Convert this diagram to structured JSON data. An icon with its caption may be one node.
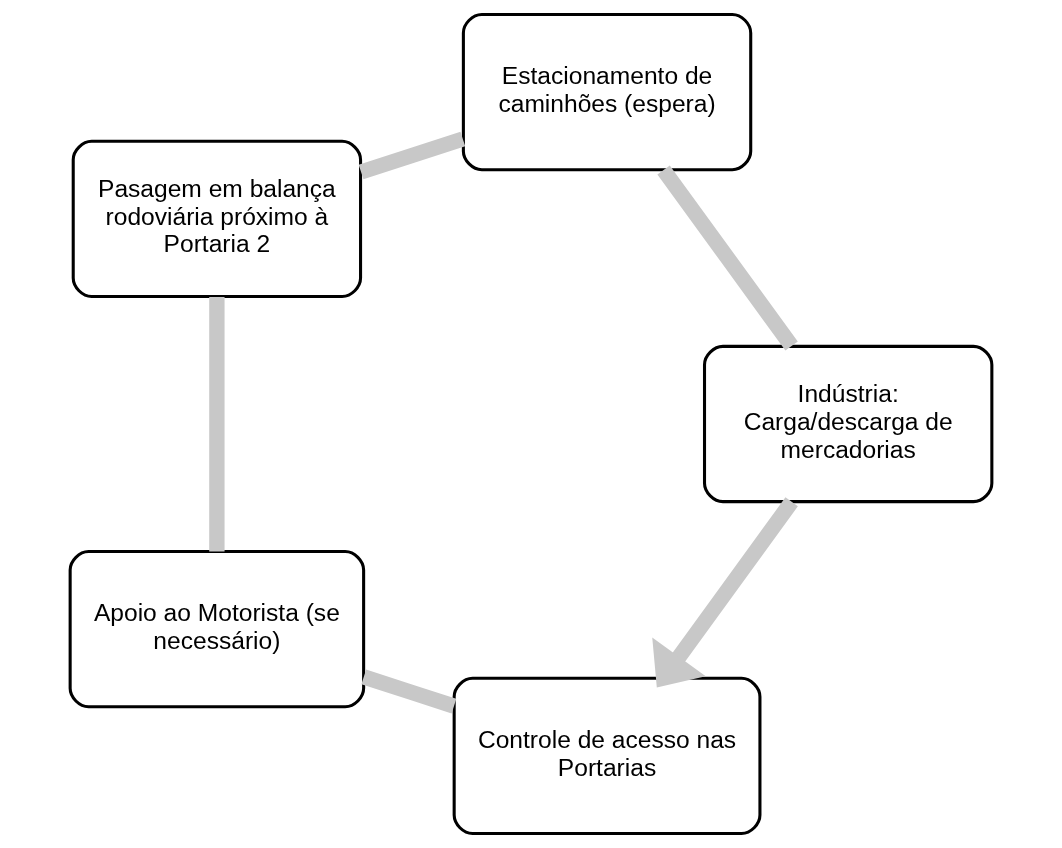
{
  "diagram": {
    "nodes": [
      {
        "text": [
          "Controle de acesso nas Portarias"
        ]
      },
      {
        "text": [
          "Apoio ao Motorista (se necessário)"
        ]
      },
      {
        "text": [
          "Pasagem em balança rodoviária próximo à Portaria 2"
        ]
      },
      {
        "text": [
          "Estacionamento de caminhões (espera)"
        ]
      },
      {
        "text": [
          "Indústria: Carga/descarga de mercadorias"
        ]
      }
    ],
    "edges": [
      {
        "from": 0,
        "to": 1,
        "arrow": "none"
      },
      {
        "from": 1,
        "to": 2,
        "arrow": "none"
      },
      {
        "from": 2,
        "to": 3,
        "arrow": "none"
      },
      {
        "from": 3,
        "to": 4,
        "arrow": "none"
      },
      {
        "from": 4,
        "to": 0,
        "arrow": "to"
      }
    ]
  }
}
